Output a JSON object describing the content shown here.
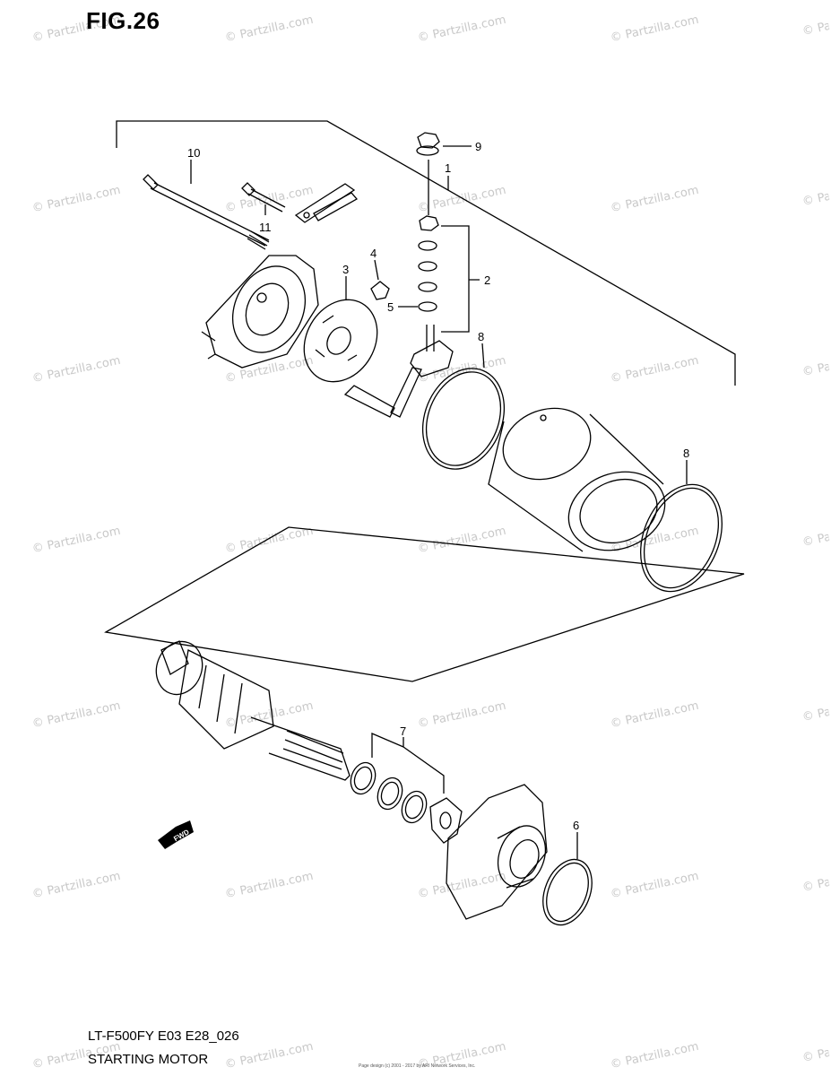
{
  "figure_title": "FIG.26",
  "footer": {
    "model_code": "LT-F500FY E03 E28_026",
    "section_name": "STARTING MOTOR",
    "copyright": "Page design (c) 2001 - 2017 by ARI Network Services, Inc."
  },
  "watermark": "© Partzilla.com",
  "fwd_arrow_label": "FWD",
  "callouts": [
    "1",
    "2",
    "3",
    "4",
    "5",
    "6",
    "7",
    "8",
    "8",
    "9",
    "10",
    "11"
  ]
}
